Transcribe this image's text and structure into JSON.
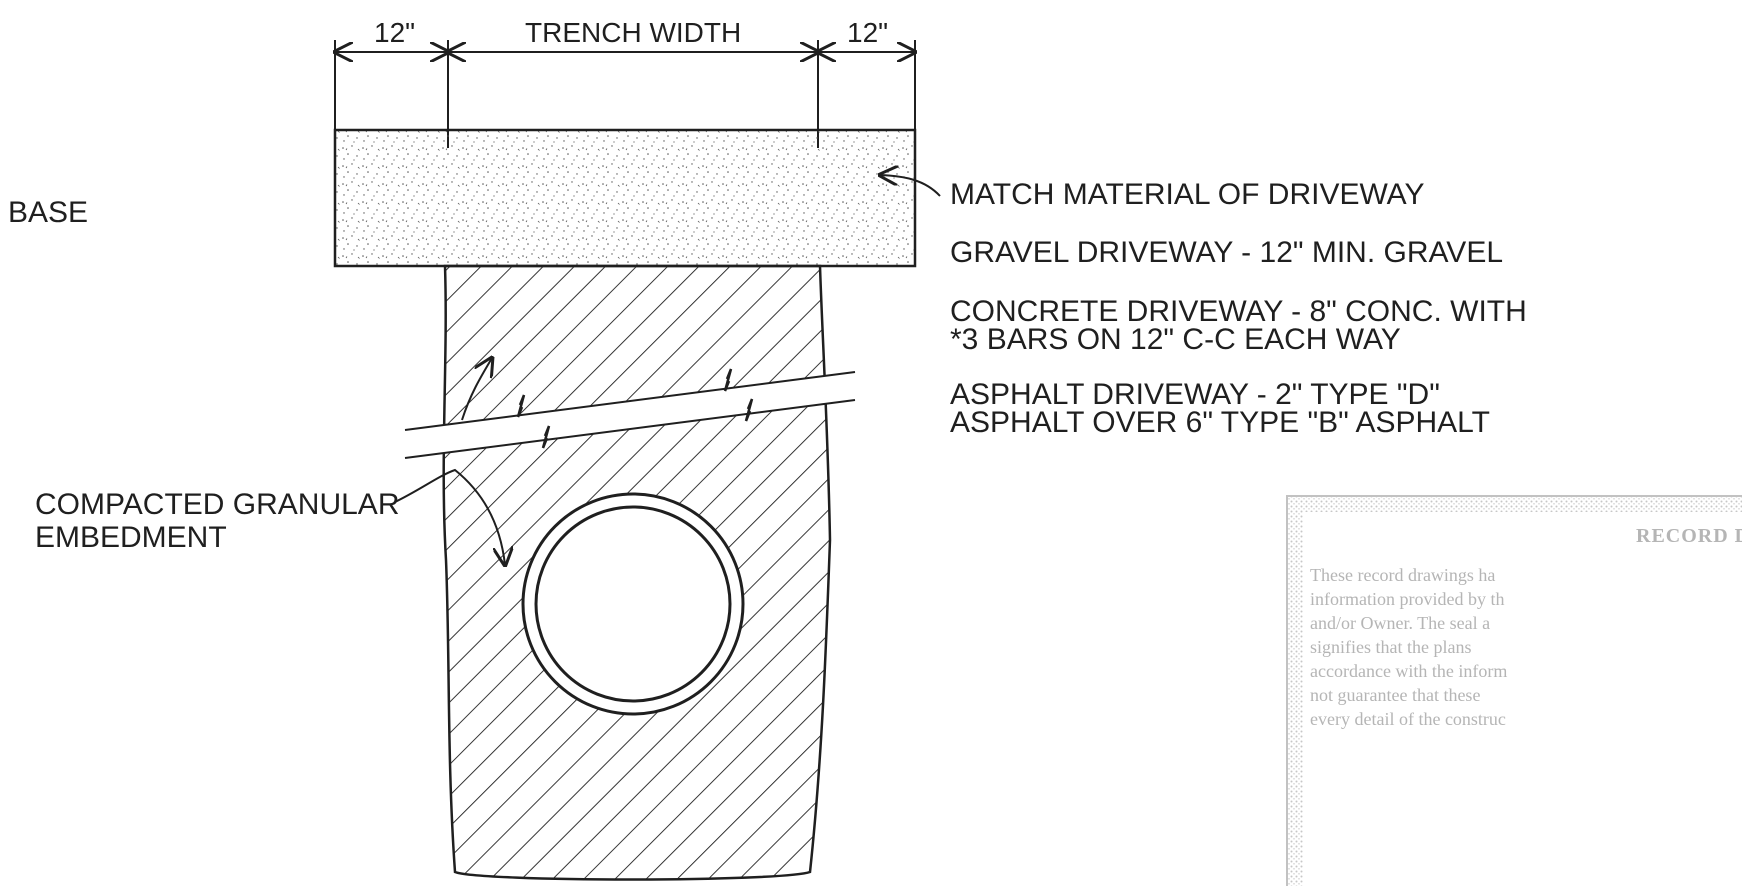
{
  "dimensions": {
    "left_offset": "12\"",
    "width_label": "TRENCH WIDTH",
    "right_offset": "12\""
  },
  "labels": {
    "base": "BASE",
    "match_material": "MATCH MATERIAL OF DRIVEWAY",
    "gravel": "GRAVEL DRIVEWAY - 12\" MIN. GRAVEL",
    "concrete_line1": "CONCRETE DRIVEWAY - 8\" CONC. WITH",
    "concrete_line2": "*3 BARS ON 12\" C-C EACH WAY",
    "asphalt_line1": "ASPHALT DRIVEWAY - 2\" TYPE \"D\"",
    "asphalt_line2": "ASPHALT OVER 6\" TYPE \"B\" ASPHALT",
    "embedment_line1": "COMPACTED GRANULAR",
    "embedment_line2": "EMBEDMENT"
  },
  "stamp": {
    "title": "RECORD D",
    "lines": [
      "These record drawings ha",
      "information provided by th",
      "and/or Owner. The seal a",
      "signifies that the plans",
      "accordance with the inform",
      "not guarantee that these",
      "every detail of the construc"
    ]
  },
  "colors": {
    "ink": "#1f1f1f",
    "stamp_gray": "#b5b5b5",
    "base_fill": "#ececec"
  }
}
